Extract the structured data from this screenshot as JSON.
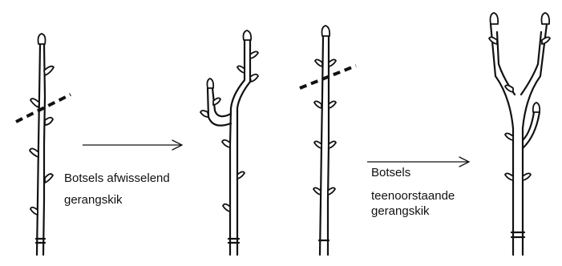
{
  "labels": {
    "alternate_line1": "Botsels afwisselend",
    "alternate_line2": "gerangskik",
    "opposite_line1": "Botsels",
    "opposite_line2": "teenoorstaande",
    "opposite_line3": "gerangskik"
  }
}
